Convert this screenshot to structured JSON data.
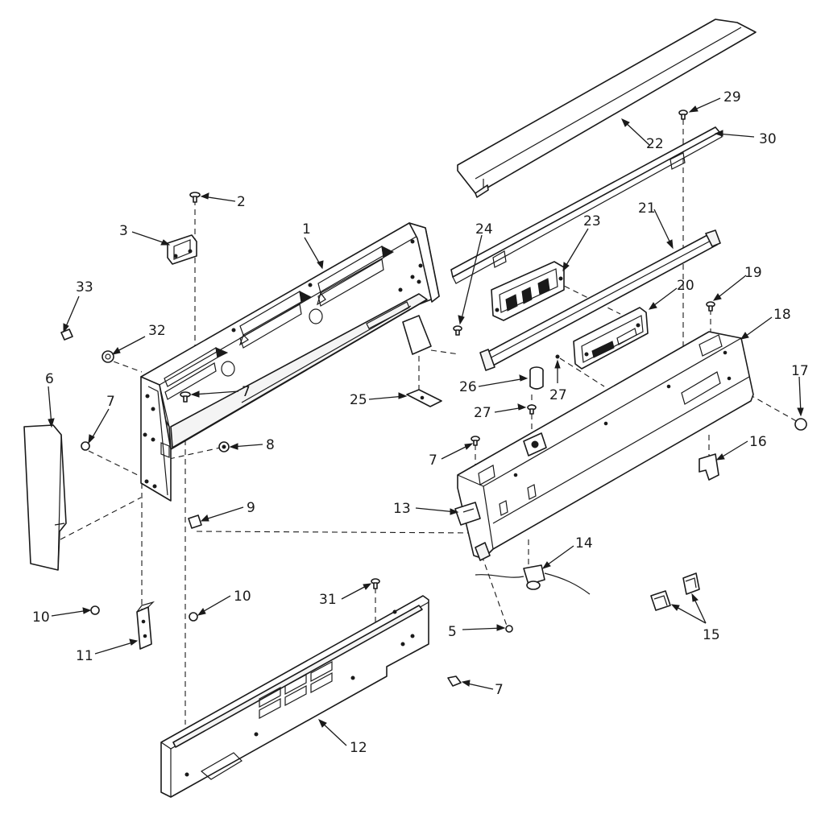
{
  "diagram": {
    "callouts": [
      {
        "id": "c1",
        "text": "1"
      },
      {
        "id": "c2",
        "text": "2"
      },
      {
        "id": "c3",
        "text": "3"
      },
      {
        "id": "c5",
        "text": "5"
      },
      {
        "id": "c6",
        "text": "6"
      },
      {
        "id": "c7a",
        "text": "7"
      },
      {
        "id": "c7b",
        "text": "7"
      },
      {
        "id": "c7c",
        "text": "7"
      },
      {
        "id": "c7d",
        "text": "7"
      },
      {
        "id": "c8",
        "text": "8"
      },
      {
        "id": "c9",
        "text": "9"
      },
      {
        "id": "c10a",
        "text": "10"
      },
      {
        "id": "c10b",
        "text": "10"
      },
      {
        "id": "c11",
        "text": "11"
      },
      {
        "id": "c12",
        "text": "12"
      },
      {
        "id": "c13",
        "text": "13"
      },
      {
        "id": "c14",
        "text": "14"
      },
      {
        "id": "c15",
        "text": "15"
      },
      {
        "id": "c16",
        "text": "16"
      },
      {
        "id": "c17",
        "text": "17"
      },
      {
        "id": "c18",
        "text": "18"
      },
      {
        "id": "c19",
        "text": "19"
      },
      {
        "id": "c20",
        "text": "20"
      },
      {
        "id": "c21",
        "text": "21"
      },
      {
        "id": "c22",
        "text": "22"
      },
      {
        "id": "c23",
        "text": "23"
      },
      {
        "id": "c24",
        "text": "24"
      },
      {
        "id": "c25",
        "text": "25"
      },
      {
        "id": "c26",
        "text": "26"
      },
      {
        "id": "c27a",
        "text": "27"
      },
      {
        "id": "c27b",
        "text": "27"
      },
      {
        "id": "c29",
        "text": "29"
      },
      {
        "id": "c30",
        "text": "30"
      },
      {
        "id": "c31",
        "text": "31"
      },
      {
        "id": "c32",
        "text": "32"
      },
      {
        "id": "c33",
        "text": "33"
      }
    ]
  }
}
